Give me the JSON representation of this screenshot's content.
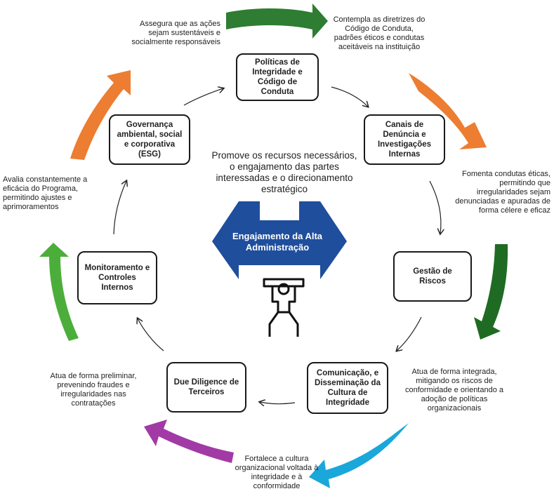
{
  "center": {
    "description": "Promove os recursos necessários, o engajamento das partes interessadas e o direcionamento estratégico",
    "banner_label": "Engajamento da Alta Administração",
    "icon": "person-lifting-icon",
    "banner_color": "#1f4e9c"
  },
  "nodes": {
    "politicas": "Políticas de Integridade e Código de Conduta",
    "canais": "Canais de Denúncia e Investigações Internas",
    "gestao": "Gestão de Riscos",
    "comunicacao": "Comunicação, e Disseminação da Cultura de Integridade",
    "due": "Due Diligence de Terceiros",
    "monitoramento": "Monitoramento e Controles Internos",
    "governanca": "Governança ambiental, social e corporativa (ESG)"
  },
  "notes": {
    "politicas": "Contempla as diretrizes do Código de Conduta, padrões éticos e condutas aceitáveis na instituição",
    "canais": "Fomenta condutas éticas, permitindo que irregularidades sejam denunciadas e apuradas de forma célere e eficaz",
    "gestao": "Atua de forma integrada, mitigando os riscos de conformidade e orientando a adoção de políticas organizacionais",
    "comunicacao": "Fortalece a cultura organizacional voltada à integridade e à conformidade",
    "due": "Atua de forma preliminar, prevenindo fraudes e irregularidades nas contratações",
    "monitoramento": "Avalia constantemente a eficácia do Programa, permitindo ajustes e aprimoramentos",
    "governanca": "Assegura que as ações sejam sustentáveis e socialmente responsáveis"
  },
  "colors": {
    "dark_green": "#2e7d32",
    "orange": "#ed7d31",
    "light_blue": "#1aa7d9",
    "purple": "#a23aa6",
    "light_green": "#4cae3a",
    "deep_green": "#1f6b23"
  }
}
